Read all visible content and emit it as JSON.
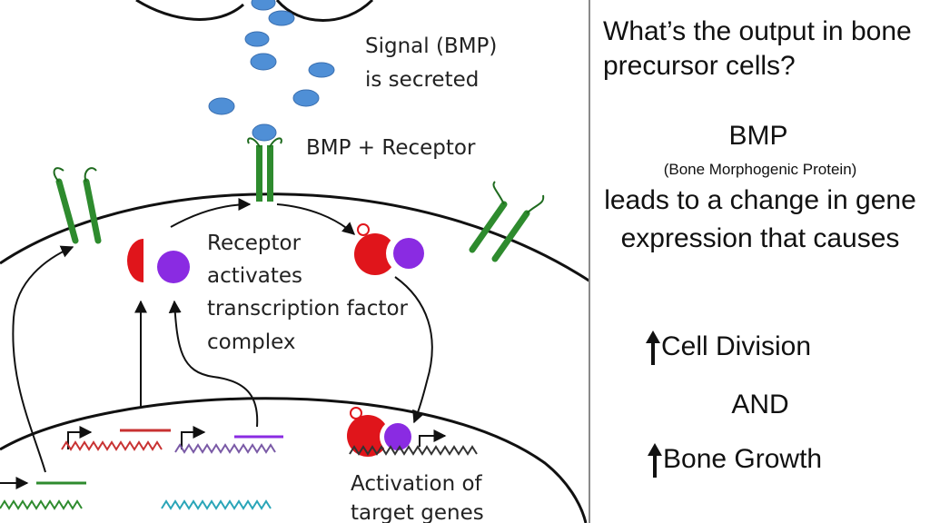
{
  "diagram": {
    "labels": {
      "signal_line1": "Signal (BMP)",
      "signal_line2": "is secreted",
      "bmp_receptor": "BMP + Receptor",
      "receptor_line1": "Receptor",
      "receptor_line2": "activates",
      "receptor_line3": "transcription factor",
      "receptor_line4": "complex",
      "activation_line1": "Activation of",
      "activation_line2": "target genes"
    },
    "colors": {
      "bmp": "#4f8fd6",
      "receptor": "#2e8b2e",
      "tf_red": "#e0151b",
      "tf_purple": "#8a2be2",
      "dna_red": "#c83232",
      "dna_purple": "#7a5aa6",
      "dna_green": "#2e8b2e",
      "dna_teal": "#2aa5b8"
    }
  },
  "panel": {
    "question": "What’s the output in bone precursor cells?",
    "bmp_title": "BMP",
    "bmp_full": "(Bone Morphogenic Protein)",
    "description": "leads to a change in gene expression that causes",
    "result1": "Cell Division",
    "and": "AND",
    "result2": "Bone Growth",
    "arrow_icon": "up-arrow-icon"
  }
}
